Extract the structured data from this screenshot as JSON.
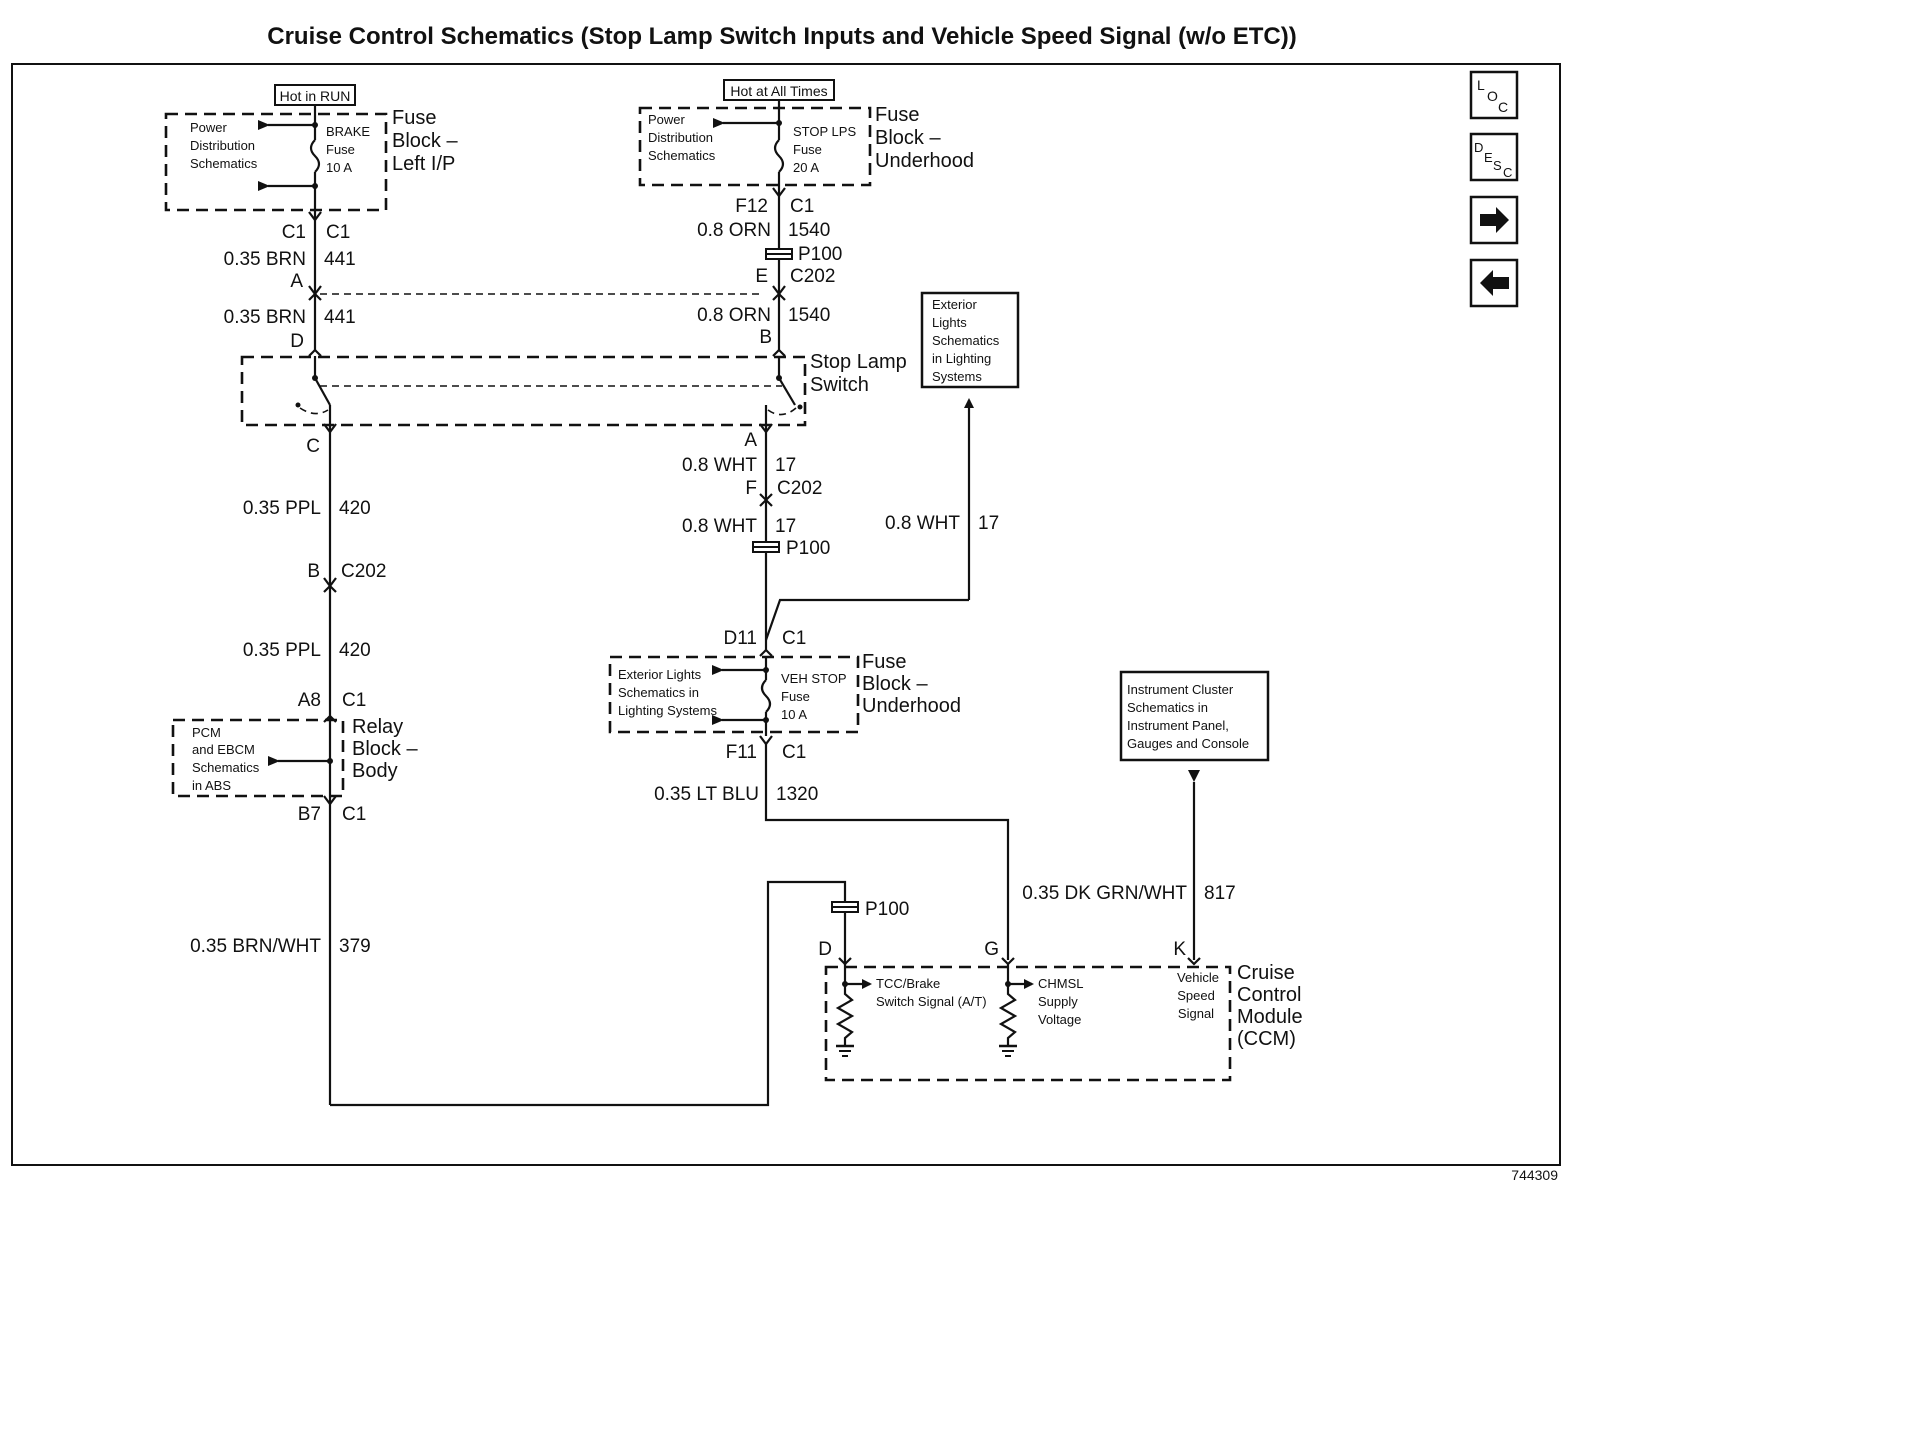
{
  "title": "Cruise Control Schematics (Stop Lamp Switch Inputs and Vehicle Speed Signal (w/o ETC))",
  "figure_number": "744309",
  "nav": {
    "loc_label": "LOC",
    "desc_label": "DESC",
    "next_icon": "arrow-right-icon",
    "prev_icon": "arrow-left-icon"
  },
  "left_fuse": {
    "header": "Hot in RUN",
    "ref": [
      "Power",
      "Distribution",
      "Schematics"
    ],
    "fuse": [
      "BRAKE",
      "Fuse",
      "10 A"
    ],
    "block": [
      "Fuse",
      "Block –",
      "Left I/P"
    ],
    "conn_left": "C1",
    "conn_right": "C1"
  },
  "center_fuse": {
    "header": "Hot at All Times",
    "ref": [
      "Power",
      "Distribution",
      "Schematics"
    ],
    "fuse": [
      "STOP LPS",
      "Fuse",
      "20 A"
    ],
    "block": [
      "Fuse",
      "Block –",
      "Underhood"
    ],
    "conn_left": "F12",
    "conn_right": "C1"
  },
  "wires": {
    "w441a": {
      "gauge": "0.35 BRN",
      "circuit": "441"
    },
    "w441b": {
      "gauge": "0.35 BRN",
      "circuit": "441"
    },
    "w1540a": {
      "gauge": "0.8 ORN",
      "circuit": "1540"
    },
    "w1540b": {
      "gauge": "0.8 ORN",
      "circuit": "1540"
    },
    "w420a": {
      "gauge": "0.35 PPL",
      "circuit": "420"
    },
    "w420b": {
      "gauge": "0.35 PPL",
      "circuit": "420"
    },
    "w17a": {
      "gauge": "0.8 WHT",
      "circuit": "17"
    },
    "w17b": {
      "gauge": "0.8 WHT",
      "circuit": "17"
    },
    "w17c": {
      "gauge": "0.8 WHT",
      "circuit": "17"
    },
    "w1320": {
      "gauge": "0.35 LT BLU",
      "circuit": "1320"
    },
    "w379": {
      "gauge": "0.35 BRN/WHT",
      "circuit": "379"
    },
    "w817": {
      "gauge": "0.35 DK GRN/WHT",
      "circuit": "817"
    }
  },
  "connectors": {
    "a_left": "A",
    "e_center": "E",
    "c202_top": "C202",
    "p100_top": "P100",
    "d_left": "D",
    "b_center": "B",
    "c_left": "C",
    "a_center": "A",
    "f_center": "F",
    "c202_mid": "C202",
    "p100_mid": "P100",
    "b_left": "B",
    "c202_left": "C202",
    "a8": "A8",
    "a8_c1": "C1",
    "b7": "B7",
    "b7_c1": "C1",
    "d11": "D11",
    "d11_c1": "C1",
    "f11": "F11",
    "f11_c1": "C1",
    "p100_bottom": "P100",
    "ccm_d": "D",
    "ccm_g": "G",
    "ccm_k": "K"
  },
  "stop_lamp_switch": [
    "Stop Lamp",
    "Switch"
  ],
  "exterior_box": [
    "Exterior",
    "Lights",
    "Schematics",
    "in Lighting",
    "Systems"
  ],
  "veh_stop_fuse": {
    "ref": [
      "Exterior Lights",
      "Schematics in",
      "Lighting Systems"
    ],
    "fuse": [
      "VEH STOP",
      "Fuse",
      "10 A"
    ],
    "block": [
      "Fuse",
      "Block –",
      "Underhood"
    ]
  },
  "relay_block": {
    "ref": [
      "PCM",
      "and EBCM",
      "Schematics",
      "in ABS"
    ],
    "block": [
      "Relay",
      "Block –",
      "Body"
    ]
  },
  "instrument_box": [
    "Instrument Cluster",
    "Schematics in",
    "Instrument Panel,",
    "Gauges and Console"
  ],
  "ccm": {
    "name": [
      "Cruise",
      "Control",
      "Module",
      "(CCM)"
    ],
    "tcc": [
      "TCC/Brake",
      "Switch Signal (A/T)"
    ],
    "chmsl": [
      "CHMSL",
      "Supply",
      "Voltage"
    ],
    "vss": [
      "Vehicle",
      "Speed",
      "Signal"
    ]
  },
  "colors": {
    "ink": "#111111",
    "paper": "#ffffff"
  }
}
